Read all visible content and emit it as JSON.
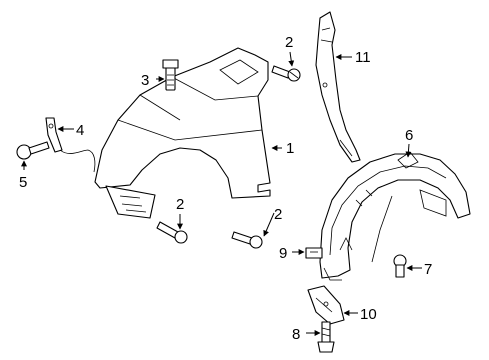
{
  "callouts": {
    "c1": "1",
    "c2a": "2",
    "c2b": "2",
    "c2c": "2",
    "c3": "3",
    "c4": "4",
    "c5": "5",
    "c6": "6",
    "c7": "7",
    "c8": "8",
    "c9": "9",
    "c10": "10",
    "c11": "11"
  }
}
